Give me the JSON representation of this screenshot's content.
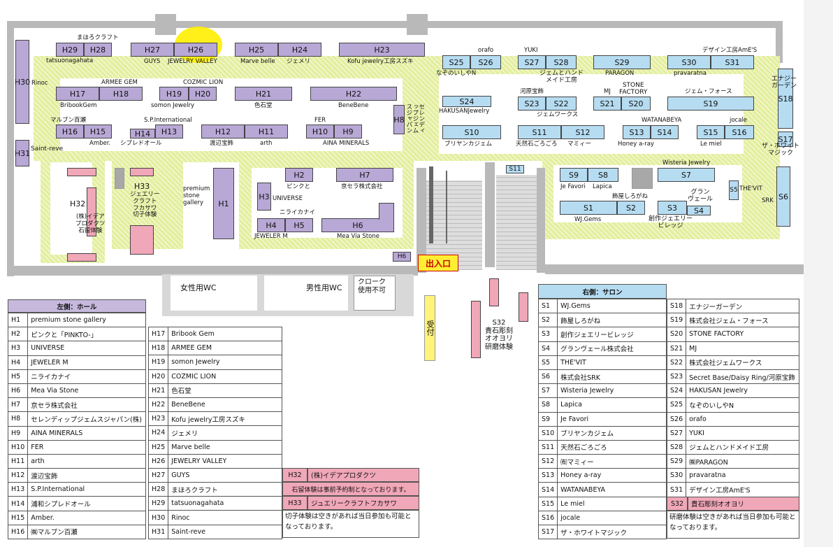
{
  "booths": {
    "H29": "H29",
    "H28": "H28",
    "H27": "H27",
    "H26": "H26",
    "H25": "H25",
    "H24": "H24",
    "H23": "H23",
    "H30": "H30",
    "H31": "H31",
    "H17": "H17",
    "H18": "H18",
    "H19": "H19",
    "H20": "H20",
    "H21": "H21",
    "H22": "H22",
    "H16": "H16",
    "H15": "H15",
    "H14": "H14",
    "H13": "H13",
    "H12": "H12",
    "H11": "H11",
    "H10": "H10",
    "H9": "H9",
    "H8": "H8",
    "H1": "H1",
    "H2": "H2",
    "H7": "H7",
    "H3": "H3",
    "H4": "H4",
    "H5": "H5",
    "H6": "H6",
    "H6b": "H6",
    "H32": "H32",
    "H33": "H33",
    "S25": "S25",
    "S26": "S26",
    "S27": "S27",
    "S28": "S28",
    "S29": "S29",
    "S30": "S30",
    "S31": "S31",
    "S18": "S18",
    "S17": "S17",
    "S24": "S24",
    "S23": "S23",
    "S22": "S22",
    "S21": "S21",
    "S20": "S20",
    "S19": "S19",
    "S10": "S10",
    "S11": "S11",
    "S12": "S12",
    "S13": "S13",
    "S14": "S14",
    "S15": "S15",
    "S16": "S16",
    "S11b": "S11",
    "S9": "S9",
    "S8": "S8",
    "S7": "S7",
    "S5": "S5",
    "S6": "S6",
    "S1": "S1",
    "S2": "S2",
    "S3": "S3",
    "S4": "S4",
    "S32": "S32"
  },
  "labels": {
    "mahoro": "まほろクラフト",
    "tatsuo": "tatsuonagahata",
    "guys": "GUYS",
    "jv": "JEWELRY VALLEY",
    "marve": "Marve belle",
    "jemeri": "ジェメリ",
    "kofu": "Kofu jewelry工房スズキ",
    "rinoc": "Rinoc",
    "armee": "ARMEE GEM",
    "cozmic": "COZMIC LION",
    "bribook": "BribookGem",
    "somon": "somon Jewelry",
    "ishi": "色石堂",
    "bene": "BeneBene",
    "marupun": "マルブン百瀬",
    "spi": "S.P.International",
    "fer": "FER",
    "amber": "Amber.",
    "shipled": "シプレドオール",
    "watanabe": "渡辺宝飾",
    "arth": "arth",
    "aina": "AINA MINERALS",
    "serendip": "セレンディップジェムスジャパン",
    "saint": "Saint-reve",
    "premium": "premium\nstone\ngallery",
    "pink": "ピンクと",
    "kyocera": "京セラ株式会社",
    "universe": "UNIVERSE",
    "niraikanai": "ニライカナイ",
    "jewelerm": "JEWELER M",
    "meavia": "Mea Via Stone",
    "idea": "(株)イデア\nプロダクツ\n石留体験",
    "h33txt": "ジェエリー\nクラフト\nフカサワ\n切子体験",
    "orafo": "orafo",
    "yuki": "YUKI",
    "nazono": "なぞのいしやN",
    "jemhand": "ジェムとハンド\nメイド工房",
    "paragon": "PARAGON",
    "amesu": "デザイン工房AmE'S",
    "pravaratna": "pravaratna",
    "energy": "エナジー\nガーデン",
    "kawahara": "河原宝飾",
    "mj": "MJ",
    "stonefactory": "STONE\nFACTORY",
    "jemforce": "ジェム・フォース",
    "hakusan": "HAKUSANJewelry",
    "jemworks": "ジェムワークス",
    "watanabeya": "WATANABEYA",
    "jocale": "jocale",
    "puriyan": "ブリヤンカジェム",
    "tenzen": "天然石ごろごろ",
    "mamy": "マミィー",
    "honey": "Honey a-ray",
    "lemiel": "Le miel",
    "white": "ザ・ホワイト\nマジック",
    "wisteria": "Wisteria Jewelry",
    "jefavori": "Je Favori",
    "lapica": "Lapica",
    "shiragane": "飾屋しろがね",
    "grandvert": "グラン\nヴェール",
    "thevit": "THE'VIT",
    "srk": "SRK",
    "wjgems": "WJ.Gems",
    "sosaku": "創作ジェエリー\nビレッジ",
    "s32txt": "S32\n貴石彫刻\nオオヨリ\n研磨体験",
    "womenwc": "女性用WC",
    "menwc": "男性用WC",
    "cloak": "クローク\n使用不可",
    "entrance": "出入口",
    "reception": "受付"
  },
  "legend": {
    "left_title": "左側：ホール",
    "right_title": "右側：サロン",
    "left1": [
      [
        "H1",
        "premium stone gallery"
      ],
      [
        "H2",
        "ピンクと「PINKTO-」"
      ],
      [
        "H3",
        "UNIVERSE"
      ],
      [
        "H4",
        "JEWELER M"
      ],
      [
        "H5",
        "ニライカナイ"
      ],
      [
        "H6",
        "Mea Via Stone"
      ],
      [
        "H7",
        "京セラ株式会社"
      ],
      [
        "H8",
        "セレンディップジェムスジャパン(株)"
      ],
      [
        "H9",
        "AINA MINERALS"
      ],
      [
        "H10",
        "FER"
      ],
      [
        "H11",
        "arth"
      ],
      [
        "H12",
        "渡辺宝飾"
      ],
      [
        "H13",
        "S.P.International"
      ],
      [
        "H14",
        "浦和シプレドオール"
      ],
      [
        "H15",
        "Amber."
      ],
      [
        "H16",
        "㈱マルブン百瀬"
      ]
    ],
    "left2": [
      [
        "H17",
        "Bribook Gem"
      ],
      [
        "H18",
        "ARMEE GEM"
      ],
      [
        "H19",
        "somon Jewelry"
      ],
      [
        "H20",
        "COZMIC LION"
      ],
      [
        "H21",
        "色石堂"
      ],
      [
        "H22",
        "BeneBene"
      ],
      [
        "H23",
        "Kofu jewelry工房スズキ"
      ],
      [
        "H24",
        "ジェメリ"
      ],
      [
        "H25",
        "Marve belle"
      ],
      [
        "H26",
        "JEWELRY VALLEY"
      ],
      [
        "H27",
        "GUYS"
      ],
      [
        "H28",
        "まほろクラフト"
      ],
      [
        "H29",
        "tatsuonagahata"
      ],
      [
        "H30",
        "Rinoc"
      ],
      [
        "H31",
        "Saint-reve"
      ]
    ],
    "h32_code": "H32",
    "h32_name": "(株)イデアプロダクツ",
    "h32_note": "石留体験は事前予約制となっております。",
    "h33_code": "H33",
    "h33_name": "ジュエリークラフトフカサワ",
    "h33_note": "切子体験は空きがあれば当日参加も可能となっております。",
    "right1": [
      [
        "S1",
        "WJ.Gems"
      ],
      [
        "S2",
        "飾屋しろがね"
      ],
      [
        "S3",
        "創作ジェエリービレッジ"
      ],
      [
        "S4",
        "グランヴェール株式会社"
      ],
      [
        "S5",
        "THE'VIT"
      ],
      [
        "S6",
        "株式会社SRK"
      ],
      [
        "S7",
        "Wisteria Jewelry"
      ],
      [
        "S8",
        "Lapica"
      ],
      [
        "S9",
        "Je Favori"
      ],
      [
        "S10",
        "ブリヤンカジェム"
      ],
      [
        "S11",
        "天然石ごろごろ"
      ],
      [
        "S12",
        "㈲マミィー"
      ],
      [
        "S13",
        "Honey a-ray"
      ],
      [
        "S14",
        "WATANABEYA"
      ],
      [
        "S15",
        "Le miel"
      ],
      [
        "S16",
        "jocale"
      ],
      [
        "S17",
        "ザ・ホワイトマジック"
      ]
    ],
    "right2": [
      [
        "S18",
        "エナジーガーデン"
      ],
      [
        "S19",
        "株式会社ジェム・フォース"
      ],
      [
        "S20",
        "STONE FACTORY"
      ],
      [
        "S21",
        "MJ"
      ],
      [
        "S22",
        "株式会社ジェムワークス"
      ],
      [
        "S23",
        "Secret Base/Daisy Ring/河原宝飾"
      ],
      [
        "S24",
        "HAKUSAN Jewelry"
      ],
      [
        "S25",
        "なぞのいしやN"
      ],
      [
        "S26",
        "orafo"
      ],
      [
        "S27",
        "YUKI"
      ],
      [
        "S28",
        "ジェムとハンドメイド工房"
      ],
      [
        "S29",
        "㈱PARAGON"
      ],
      [
        "S30",
        "pravaratna"
      ],
      [
        "S31",
        "デザイン工房AmE'S"
      ]
    ],
    "s32_code": "S32",
    "s32_name": "貴石彫刻オオヨリ",
    "s32_note": "研磨体験は空きがあれば当日参加も可能となっております。"
  },
  "colors": {
    "hall": "#b8a8d6",
    "salon": "#b6dcf1",
    "experience": "#f0a7b8",
    "floor": "#e3ee9c",
    "highlight": "#ffee00"
  }
}
